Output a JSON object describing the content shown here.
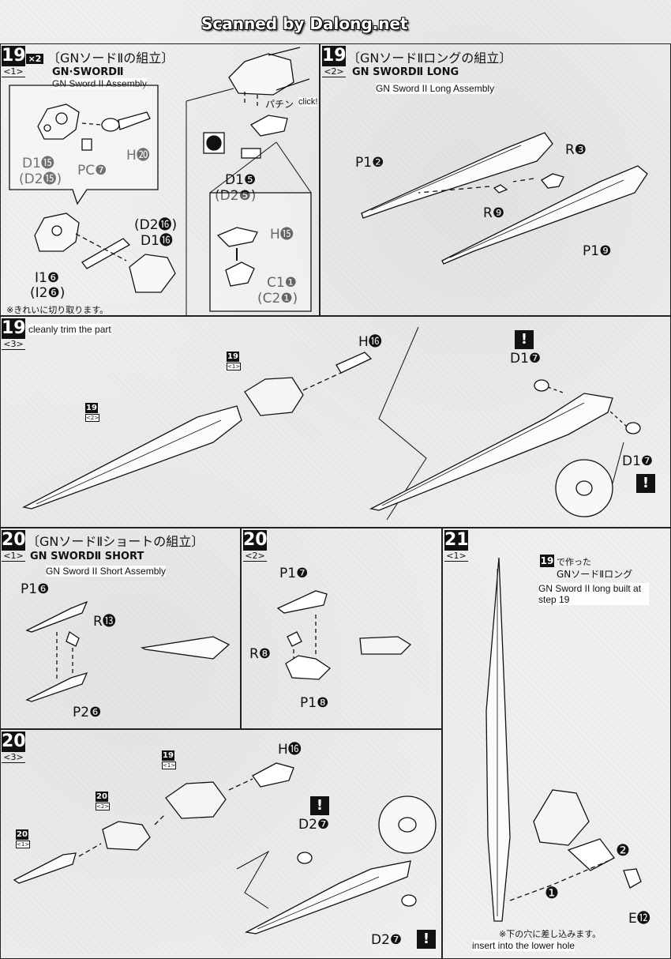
{
  "banner": "Scanned by Dalong.net",
  "step19_1": {
    "num": "19",
    "sub": "<1>",
    "multiplier": "×2",
    "jp_title": "〔GNソードⅡの組立〕",
    "en_title": "GN·SWORDⅡ",
    "translation": "GN Sword II Assembly",
    "click_jp": "パチン",
    "click_en": "click!",
    "note_jp": "※きれいに切り取ります。"
  },
  "step19_2": {
    "num": "19",
    "sub": "<2>",
    "jp_title": "〔GNソードⅡロングの組立〕",
    "en_title": "GN SWORDⅡ LONG",
    "translation": "GN Sword II Long Assembly"
  },
  "step19_3": {
    "num": "19",
    "sub": "<3>",
    "translation": "cleanly trim the part",
    "ref1": "19",
    "ref1sub": "<1>",
    "ref2": "19",
    "ref2sub": "<2>"
  },
  "step20_1": {
    "num": "20",
    "sub": "<1>",
    "jp_title": "〔GNソードⅡショートの組立〕",
    "en_title": "GN SWORDⅡ SHORT",
    "translation": "GN Sword II Short Assembly"
  },
  "step20_2": {
    "num": "20",
    "sub": "<2>"
  },
  "step20_3": {
    "num": "20",
    "sub": "<3>",
    "ref19": "19",
    "ref19sub": "<1>",
    "ref20a": "20",
    "ref20asub": "<2>",
    "ref20b": "20",
    "ref20bsub": "<1>"
  },
  "step21_1": {
    "num": "21",
    "sub": "<1>",
    "ref": "19",
    "jp_made": "で作った",
    "jp_name": "GNソードⅡロング",
    "translation": "GN Sword II long built at step 19",
    "note_jp": "※下の穴に差し込みます。",
    "note_en": "insert into the lower hole"
  },
  "parts": {
    "d15": "D1⓯",
    "d25_paren": "(D2⓯)",
    "pc7": "PC❼",
    "h20": "H⓴",
    "d216_paren": "(D2⓰)",
    "d16": "D1⓰",
    "i16": "I1❻",
    "i26_paren": "(I2❻)",
    "d15b": "D1❺",
    "d25b_paren": "(D2❺)",
    "h15": "H⓯",
    "c11": "C1❶",
    "c21_paren": "(C2❶)",
    "p12": "P1❷",
    "r3": "R❸",
    "r9": "R❾",
    "p19": "P1❾",
    "h16": "H⓰",
    "d17a": "D1❼",
    "d17b": "D1❼",
    "p16": "P1❻",
    "r13": "R⓭",
    "p26": "P2❻",
    "p17": "P1❼",
    "r8": "R❽",
    "p18": "P1❽",
    "h16b": "H⓰",
    "d27a": "D2❼",
    "d27b": "D2❼",
    "e12": "E⓬",
    "num1": "❶",
    "num2": "❷"
  },
  "warning_mark": "!"
}
